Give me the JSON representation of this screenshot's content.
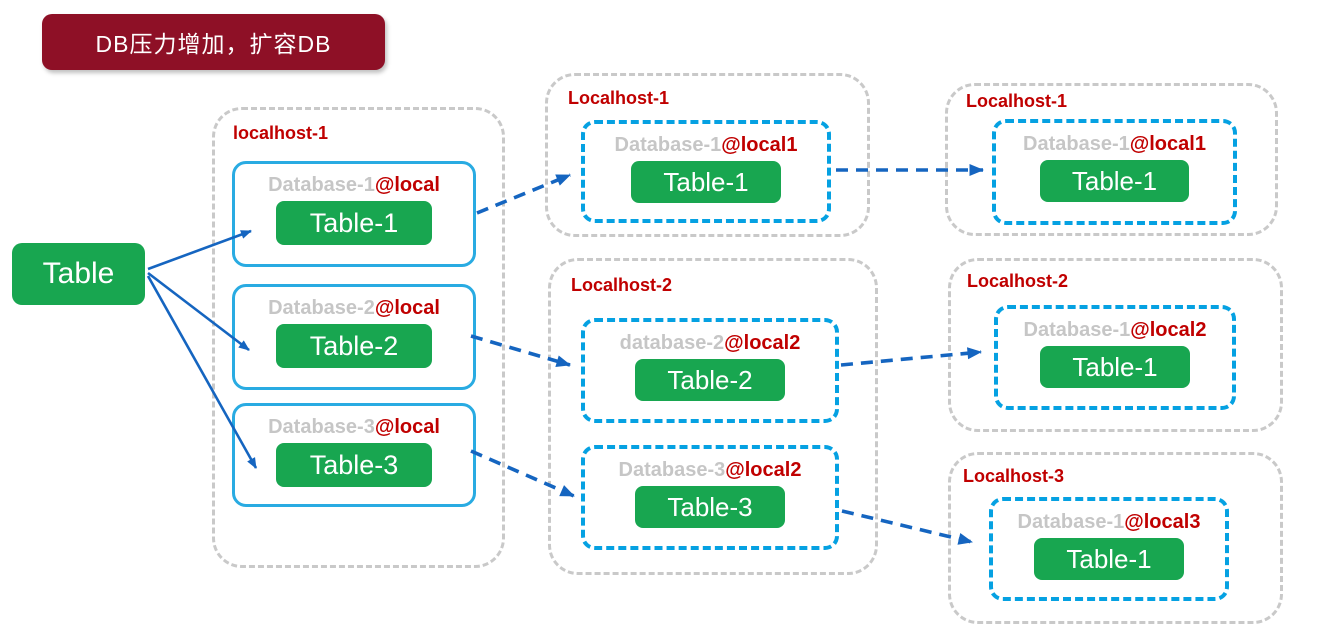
{
  "banner": {
    "text": "DB压力增加，扩容DB"
  },
  "source_table": {
    "label": "Table"
  },
  "left_host": {
    "label": "localhost-1",
    "databases": [
      {
        "name": "Database-1",
        "at": "@local",
        "table": "Table-1"
      },
      {
        "name": "Database-2",
        "at": "@local",
        "table": "Table-2"
      },
      {
        "name": "Database-3",
        "at": "@local",
        "table": "Table-3"
      }
    ]
  },
  "middle_hosts": [
    {
      "label": "Localhost-1",
      "databases": [
        {
          "name": "Database-1",
          "at": "@local1",
          "table": "Table-1"
        }
      ]
    },
    {
      "label": "Localhost-2",
      "databases": [
        {
          "name": "database-2",
          "at": "@local2",
          "table": "Table-2"
        },
        {
          "name": "Database-3",
          "at": "@local2",
          "table": "Table-3"
        }
      ]
    }
  ],
  "right_hosts": [
    {
      "label": "Localhost-1",
      "databases": [
        {
          "name": "Database-1",
          "at": "@local1",
          "table": "Table-1"
        }
      ]
    },
    {
      "label": "Localhost-2",
      "databases": [
        {
          "name": "Database-1",
          "at": "@local2",
          "table": "Table-1"
        }
      ]
    },
    {
      "label": "Localhost-3",
      "databases": [
        {
          "name": "Database-1",
          "at": "@local3",
          "table": "Table-1"
        }
      ]
    }
  ],
  "colors": {
    "banner_bg": "#8e1026",
    "green": "#18a650",
    "solid_box_blue": "#29abe2",
    "dashed_box_cyan": "#05a1e2",
    "arrow_blue": "#1565c0",
    "host_label_red": "#c00000",
    "db_name_gray": "#c6c6c6",
    "container_gray": "#c9c9c9"
  }
}
